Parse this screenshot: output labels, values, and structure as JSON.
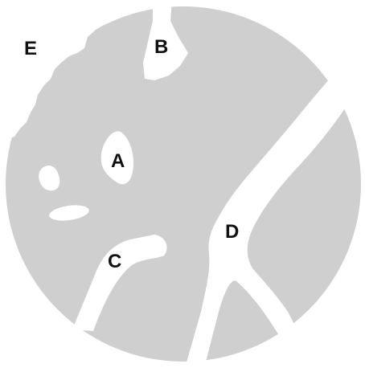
{
  "diagram": {
    "colors": {
      "background": "#ffffff",
      "disc_fill": "#cfcfcf",
      "cut_fill": "#ffffff",
      "label_color": "#111111"
    },
    "labels": {
      "a": "A",
      "b": "B",
      "c": "C",
      "d": "D",
      "e": "E"
    }
  }
}
